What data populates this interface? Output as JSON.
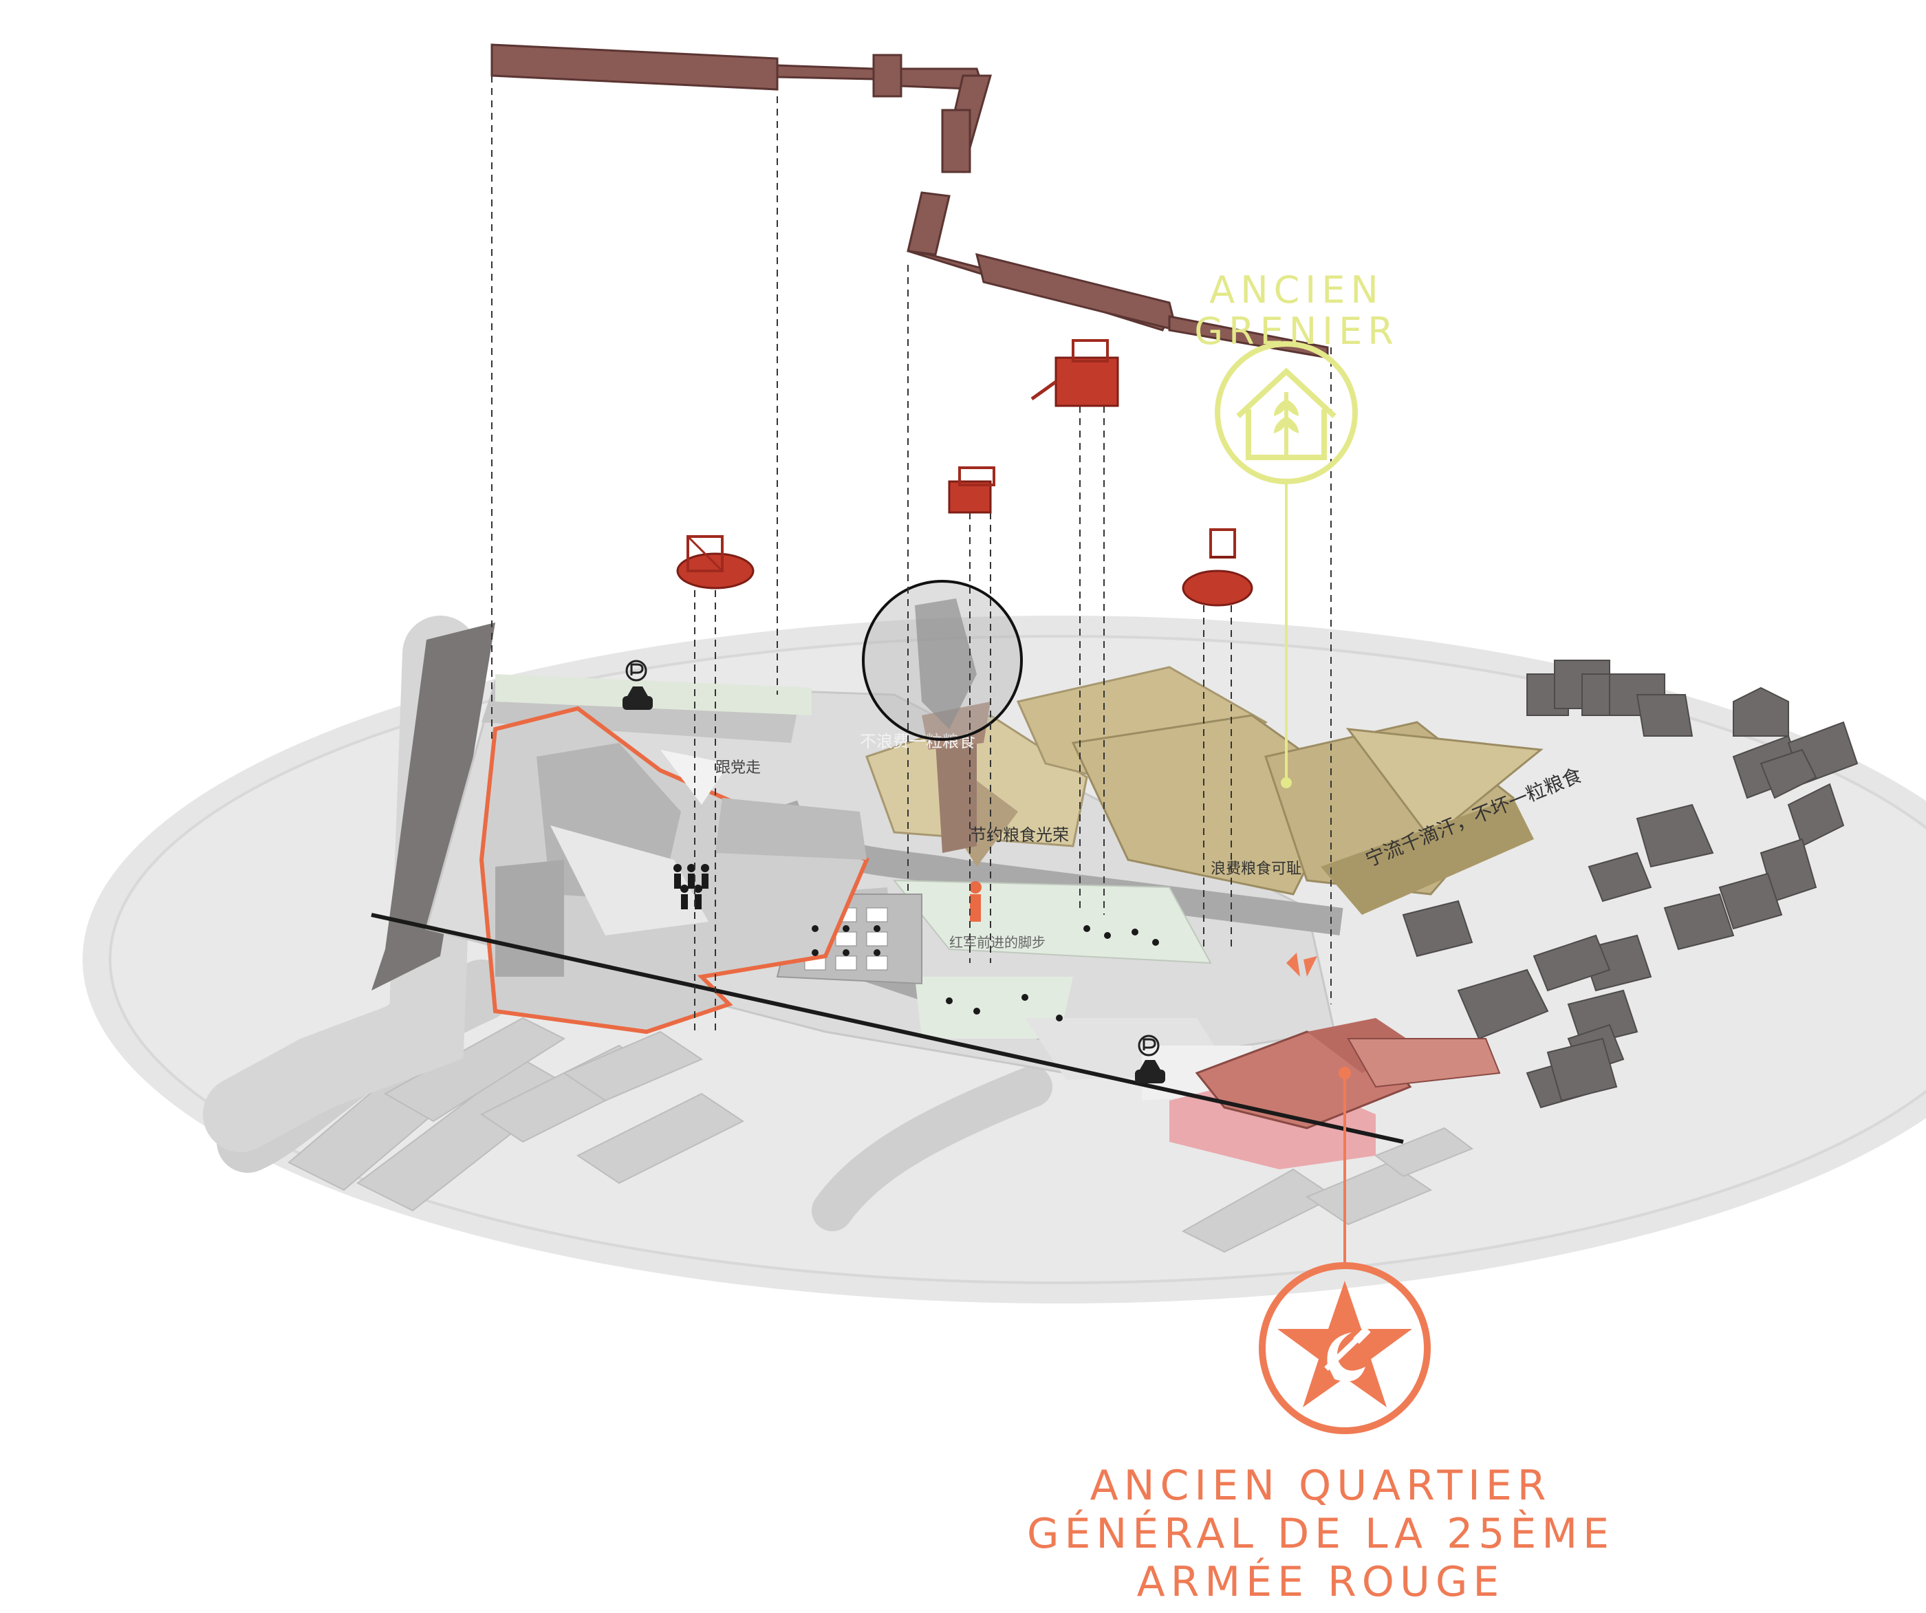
{
  "labels": {
    "granary": {
      "line1": "ANCIEN",
      "line2": "GRENIER",
      "color": "#e3e98a",
      "icon": "granary-house-wheat-icon"
    },
    "hq": {
      "line1": "ANCIEN QUARTIER",
      "line2": "GÉNÉRAL DE LA 25ÈME",
      "line3": "ARMÉE ROUGE",
      "color": "#ef7b55",
      "icon": "red-star-hammer-sickle-icon"
    }
  },
  "site_text": {
    "slogan_follow": "跟党走",
    "slogan_no_waste": "不浪费一粒粮食",
    "slogan_save": "节约粮食光荣",
    "slogan_waste": "浪费粮食可耻",
    "slogan_sweat": "宁流千滴汗，不坏一粒粮食",
    "slogan_path": "红军前进的脚步"
  },
  "icons": {
    "parking": "parking-pin-icon",
    "car": "car-icon"
  },
  "colors": {
    "roof_tan": "#c9b98a",
    "rust_frame": "#8a5a55",
    "red_pavilion": "#c23a2a",
    "ground_grey": "#e8e8e8",
    "building_dark": "#6e6a6a",
    "hq_roof": "#c97a70",
    "hq_ground": "#eaa9ad"
  }
}
